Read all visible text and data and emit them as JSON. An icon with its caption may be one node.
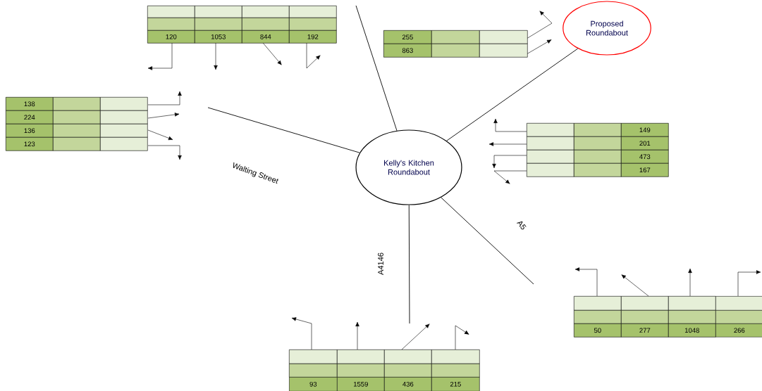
{
  "diagram": {
    "nodes": [
      {
        "text": [
          "Kelly's Kitchen Roundabout"
        ]
      },
      {
        "text": [
          "Proposed Roundabout"
        ]
      }
    ],
    "edges": [
      {
        "from": 0,
        "to": null,
        "arrow": "none"
      },
      {
        "from": 0,
        "to": 1,
        "arrow": "none"
      },
      {
        "from": 0,
        "to": null,
        "arrow": "none"
      },
      {
        "from": 0,
        "to": null,
        "arrow": "none"
      },
      {
        "from": 0,
        "to": null,
        "arrow": "none"
      }
    ],
    "labels": [
      "120",
      "1053",
      "844",
      "192",
      "255",
      "863",
      "138",
      "224",
      "136",
      "123",
      "149",
      "201",
      "473",
      "167",
      "Walting Street",
      "A5",
      "A4146",
      "93",
      "1559",
      "436",
      "215",
      "50",
      "277",
      "1048",
      "266"
    ]
  }
}
